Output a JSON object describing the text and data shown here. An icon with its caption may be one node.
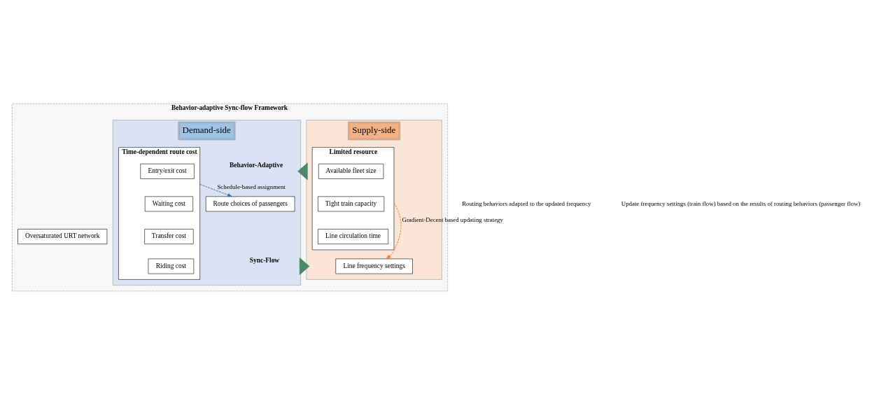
{
  "diagram": {
    "nodes": [
      {
        "text": [
          "Behavior-adaptive Sync-flow Framework"
        ]
      },
      {
        "text": [
          "Supply-side"
        ],
        "in": 0
      },
      {
        "text": [
          "Limited resource"
        ],
        "in": 1
      },
      {
        "text": [
          "Available fleet size"
        ],
        "in": 2
      },
      {
        "text": [
          "Tight train capacity"
        ],
        "in": 2
      },
      {
        "text": [
          "Line circulation time"
        ],
        "in": 2
      },
      {
        "text": [
          "Line frequency settings"
        ],
        "in": 1
      },
      {
        "text": [
          "Oversaturated URT network"
        ],
        "in": 0
      },
      {
        "text": [
          "Demand-side"
        ],
        "in": 0
      },
      {
        "text": [
          "Time-dependent route cost"
        ],
        "in": 8
      },
      {
        "text": [
          "Entry/exit cost"
        ],
        "in": 9
      },
      {
        "text": [
          "Waiting cost"
        ],
        "in": 9
      },
      {
        "text": [
          "Transfer cost"
        ],
        "in": 9
      },
      {
        "text": [
          "Riding cost"
        ],
        "in": 9
      },
      {
        "text": [
          "Route choices of passengers"
        ],
        "in": 8
      }
    ],
    "edges": [
      {
        "from": 1,
        "to": 8,
        "arrow": "to",
        "label": "Behavior-Adaptive",
        "style": "thick",
        "color": "#4a8a6a"
      },
      {
        "from": 8,
        "to": 1,
        "arrow": "to",
        "label": "Sync-Flow",
        "style": "thick",
        "color": "#4a8a6a"
      },
      {
        "from": 2,
        "to": 6,
        "arrow": "to",
        "label": "Gradient-Decent based updating strategy",
        "style": "dashed",
        "color": "#ed7d31"
      },
      {
        "from": 9,
        "to": 14,
        "arrow": "to",
        "label": "Schedule-based assignment",
        "style": "dashed",
        "color": "#2e75b6"
      }
    ],
    "labels": [
      "Routing behaviors adapted to the updated frequency",
      "Update frequency settings (train flow) based on the results of routing behaviors (passenger flow)"
    ]
  }
}
